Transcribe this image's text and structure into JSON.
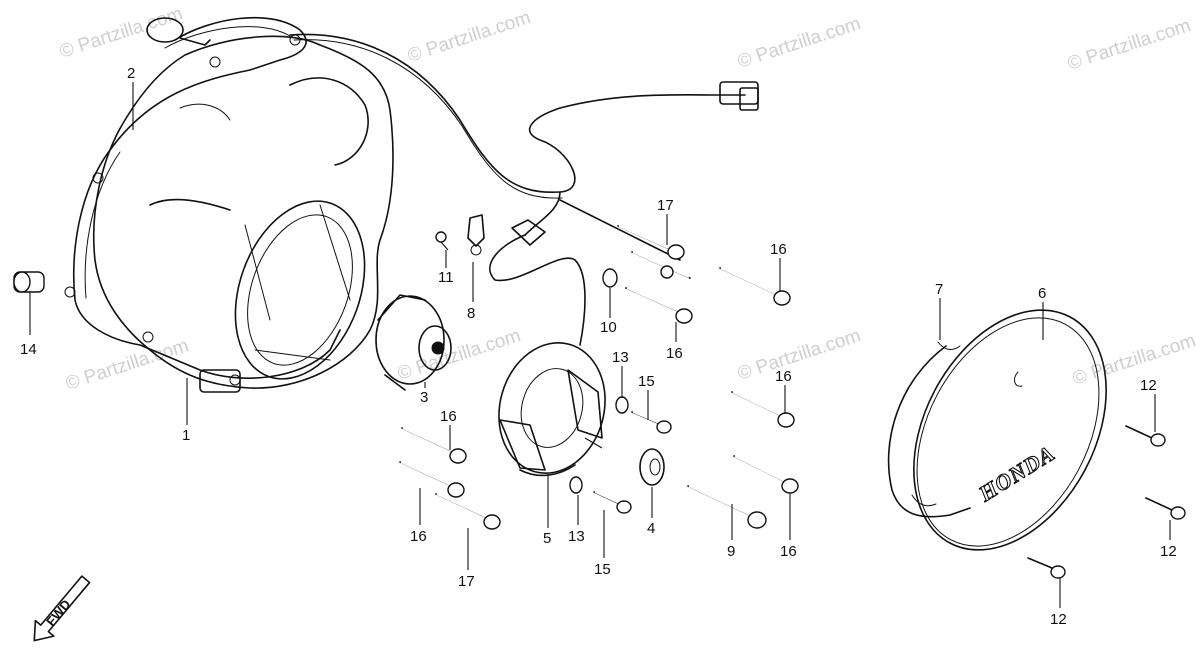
{
  "watermark": "© Partzilla.com",
  "brand_text": "HONDA",
  "forward_label": "FWD",
  "callouts": [
    {
      "id": "c2",
      "text": "2"
    },
    {
      "id": "c1",
      "text": "1"
    },
    {
      "id": "c14",
      "text": "14"
    },
    {
      "id": "c3",
      "text": "3"
    },
    {
      "id": "c11",
      "text": "11"
    },
    {
      "id": "c8",
      "text": "8"
    },
    {
      "id": "c17a",
      "text": "17"
    },
    {
      "id": "c10",
      "text": "10"
    },
    {
      "id": "c16a",
      "text": "16"
    },
    {
      "id": "c16b",
      "text": "16"
    },
    {
      "id": "c13a",
      "text": "13"
    },
    {
      "id": "c15a",
      "text": "15"
    },
    {
      "id": "c16c",
      "text": "16"
    },
    {
      "id": "c16d",
      "text": "16"
    },
    {
      "id": "c16e",
      "text": "16"
    },
    {
      "id": "c17b",
      "text": "17"
    },
    {
      "id": "c5",
      "text": "5"
    },
    {
      "id": "c13b",
      "text": "13"
    },
    {
      "id": "c15b",
      "text": "15"
    },
    {
      "id": "c4",
      "text": "4"
    },
    {
      "id": "c9",
      "text": "9"
    },
    {
      "id": "c16f",
      "text": "16"
    },
    {
      "id": "c7",
      "text": "7"
    },
    {
      "id": "c6",
      "text": "6"
    },
    {
      "id": "c12a",
      "text": "12"
    },
    {
      "id": "c12b",
      "text": "12"
    },
    {
      "id": "c12c",
      "text": "12"
    }
  ]
}
